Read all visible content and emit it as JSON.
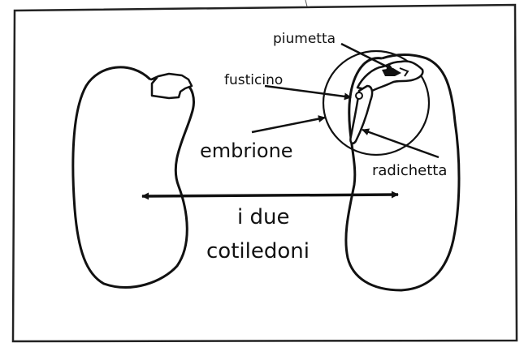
{
  "labels": {
    "piumetta": "piumetta",
    "fusticino": "fusticino",
    "embrione": "embrione",
    "radichetta": "radichetta",
    "cotyledons_line1": "i due",
    "cotyledons_line2": "cotiledoni"
  },
  "colors": {
    "ink": "#111111",
    "paper": "#ffffff",
    "frame": "#222222"
  }
}
